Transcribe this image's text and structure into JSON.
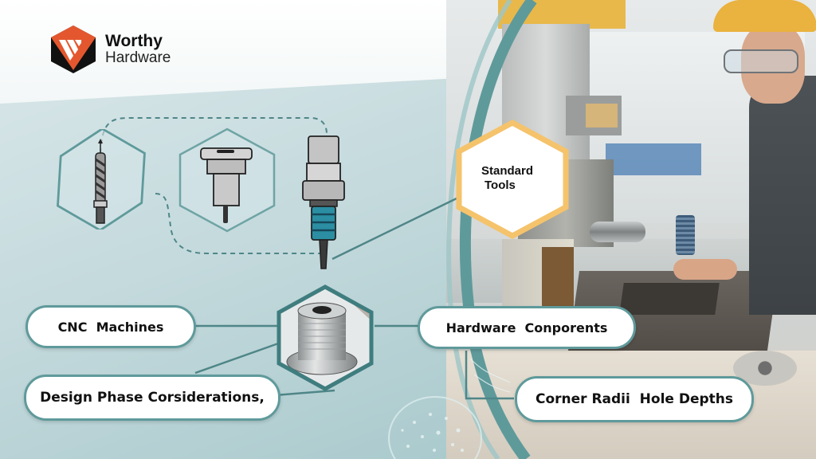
{
  "brand": {
    "name_line1": "Worthy",
    "name_line2": "Hardware",
    "logo_colors": {
      "primary": "#e4572e",
      "dark": "#111111"
    }
  },
  "diagram": {
    "tool_icons": [
      "drill-bit-icon",
      "collet-holder-icon",
      "spindle-tool-icon"
    ],
    "center_node": {
      "label": "Standard\nTools",
      "line1": "Standard",
      "line2": "Tools",
      "border_color": "#f5c36b"
    },
    "hub_icon": "spindle-cartridge-icon",
    "nodes": [
      {
        "label": "CNC  Machines"
      },
      {
        "label": "Design Phase Corsiderations,"
      },
      {
        "label": "Hardware  Conporents"
      },
      {
        "label": "Corner Radii  Hole Depths"
      }
    ]
  },
  "colors": {
    "teal": "#5f9a9b",
    "background": "#c3d9dc",
    "accent_yellow": "#f5c36b"
  },
  "photo": {
    "description": "Worker in hard hat and safety glasses operating a milling machine"
  }
}
